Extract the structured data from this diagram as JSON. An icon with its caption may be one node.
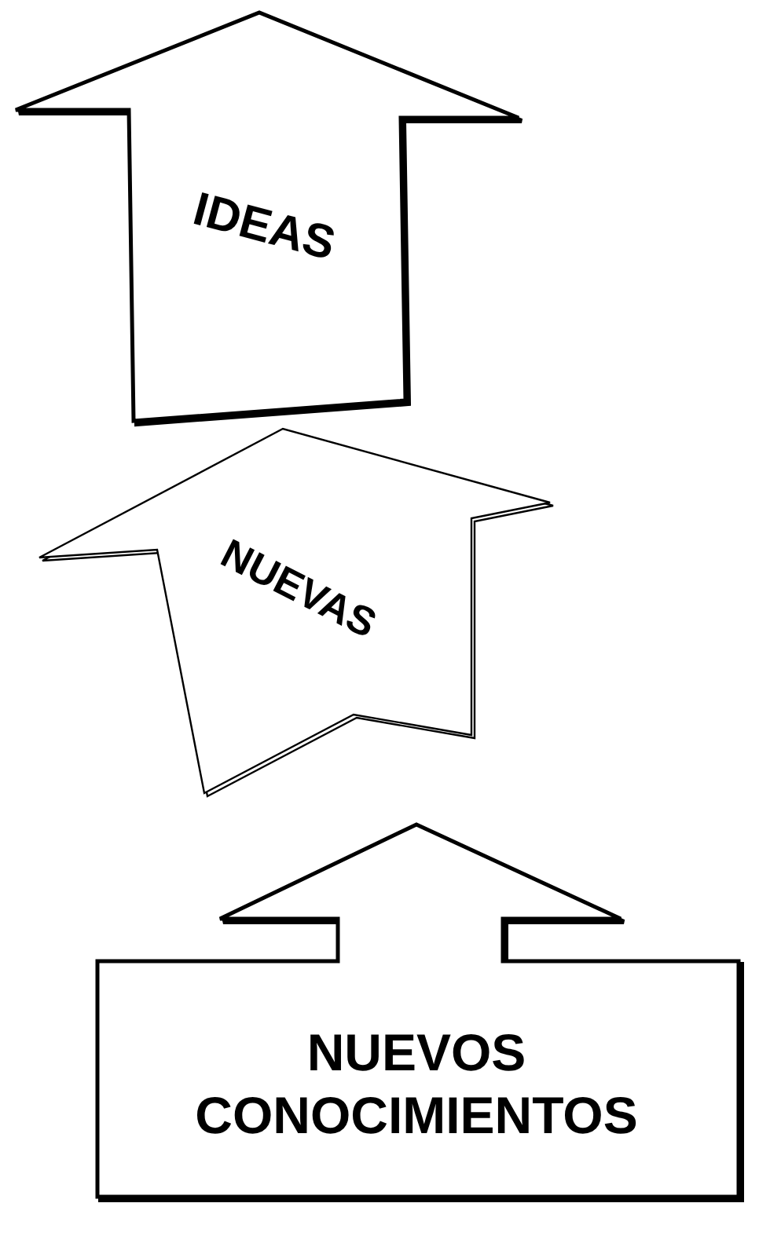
{
  "diagram": {
    "nodes": [
      {
        "text": [
          "IDEAS"
        ]
      },
      {
        "text": [
          "NUEVAS"
        ]
      },
      {
        "text": [
          "NUEVOS CONOCIMIENTOS"
        ]
      }
    ]
  }
}
